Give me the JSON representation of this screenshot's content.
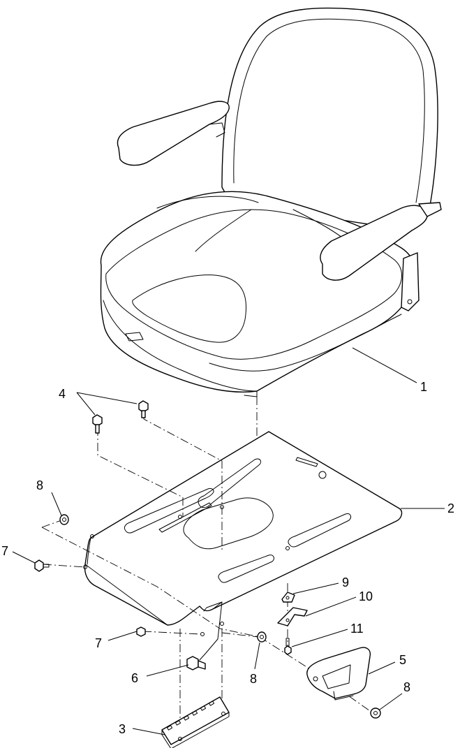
{
  "callouts": [
    {
      "id": "c1",
      "text": "1"
    },
    {
      "id": "c2",
      "text": "2"
    },
    {
      "id": "c3",
      "text": "3"
    },
    {
      "id": "c4",
      "text": "4"
    },
    {
      "id": "c5",
      "text": "5"
    },
    {
      "id": "c6",
      "text": "6"
    },
    {
      "id": "c7a",
      "text": "7"
    },
    {
      "id": "c7b",
      "text": "7"
    },
    {
      "id": "c8a",
      "text": "8"
    },
    {
      "id": "c8b",
      "text": "8"
    },
    {
      "id": "c8c",
      "text": "8"
    },
    {
      "id": "c9",
      "text": "9"
    },
    {
      "id": "c10",
      "text": "10"
    },
    {
      "id": "c11",
      "text": "11"
    }
  ]
}
